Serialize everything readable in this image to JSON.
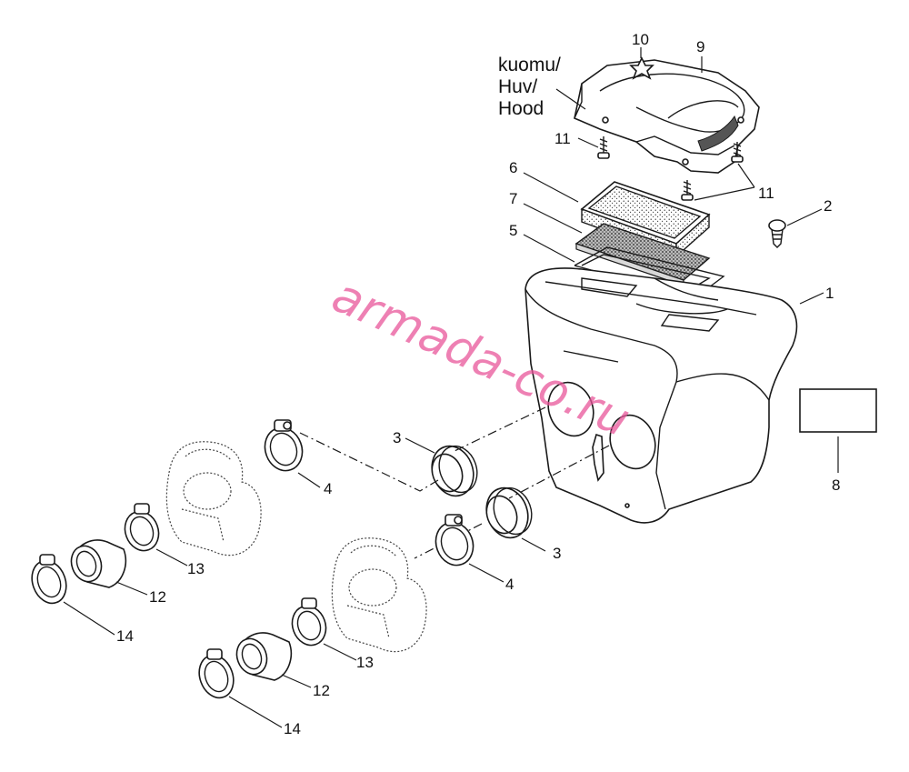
{
  "watermark": "armada-co.ru",
  "hood_label": [
    "kuomu/",
    "Huv/",
    "Hood"
  ],
  "callouts": {
    "c1": "1",
    "c2": "2",
    "c3a": "3",
    "c3b": "3",
    "c4a": "4",
    "c4b": "4",
    "c5": "5",
    "c6": "6",
    "c7": "7",
    "c8": "8",
    "c9": "9",
    "c10": "10",
    "c11a": "11",
    "c11b": "11",
    "c12a": "12",
    "c12b": "12",
    "c13a": "13",
    "c13b": "13",
    "c14a": "14",
    "c14b": "14"
  },
  "colors": {
    "watermark": "#e8559a",
    "line": "#1a1a1a"
  }
}
